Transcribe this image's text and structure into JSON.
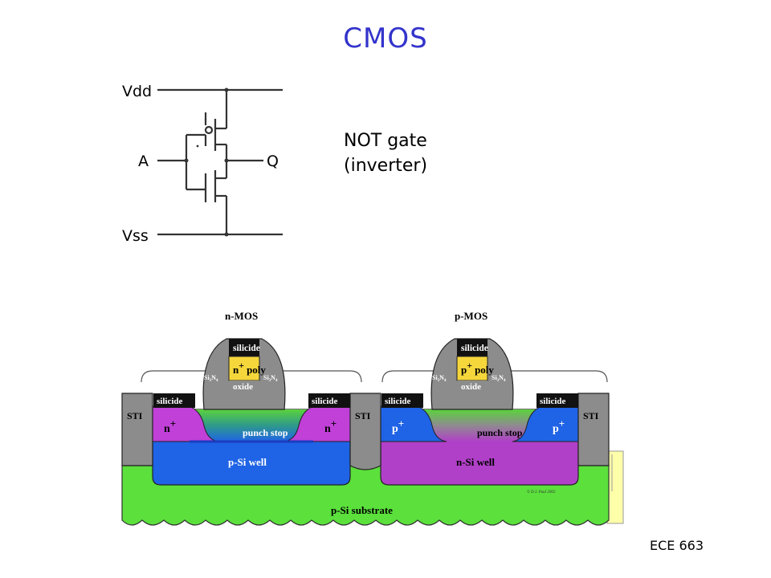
{
  "slide": {
    "title": "CMOS",
    "gate_label_line1": "NOT gate",
    "gate_label_line2": "(inverter)",
    "footer": "ECE 663"
  },
  "circuit": {
    "vdd": "Vdd",
    "vss": "Vss",
    "input": "A",
    "output": "Q"
  },
  "cross_section": {
    "nmos_title": "n-MOS",
    "pmos_title": "p-MOS",
    "silicide": "silicide",
    "n_poly": "n",
    "p_poly": "p",
    "plus": "+",
    "poly": "poly",
    "si": "Si",
    "n": "N",
    "sub3": "3",
    "sub4": "4",
    "oxide": "oxide",
    "sti": "STI",
    "n_region": "n",
    "p_region": "p",
    "punch_stop": "punch stop",
    "p_well": "p-Si well",
    "n_well": "n-Si well",
    "substrate": "p-Si substrate",
    "copyright": "© D.J. Paul 2002"
  },
  "colors": {
    "title": "#3333cc",
    "gray": "#8c8c8c",
    "poly": "#f5d73c",
    "nplus": "#c040d8",
    "pwell": "#1f63e6",
    "nwell": "#b040c8",
    "substrate": "#5be03c",
    "pale_yellow": "#ffffaa"
  }
}
